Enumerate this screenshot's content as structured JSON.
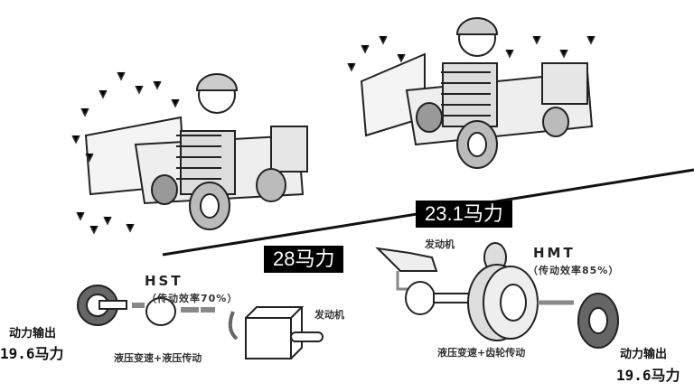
{
  "right_system": {
    "input_power": "23.1马力",
    "engine_label": "发动机",
    "name": "HMT",
    "efficiency": "（传动效率85%）",
    "mechanism": "液压变速+齿轮传动",
    "output_label": "动力输出",
    "output_power": "19.6马力"
  },
  "left_system": {
    "input_power": "28马力",
    "engine_label": "发动机",
    "name": "HST",
    "efficiency": "（传动效率70%）",
    "mechanism": "液压变速+液压传动",
    "output_label": "动力输出",
    "output_power": "19.6马力"
  }
}
